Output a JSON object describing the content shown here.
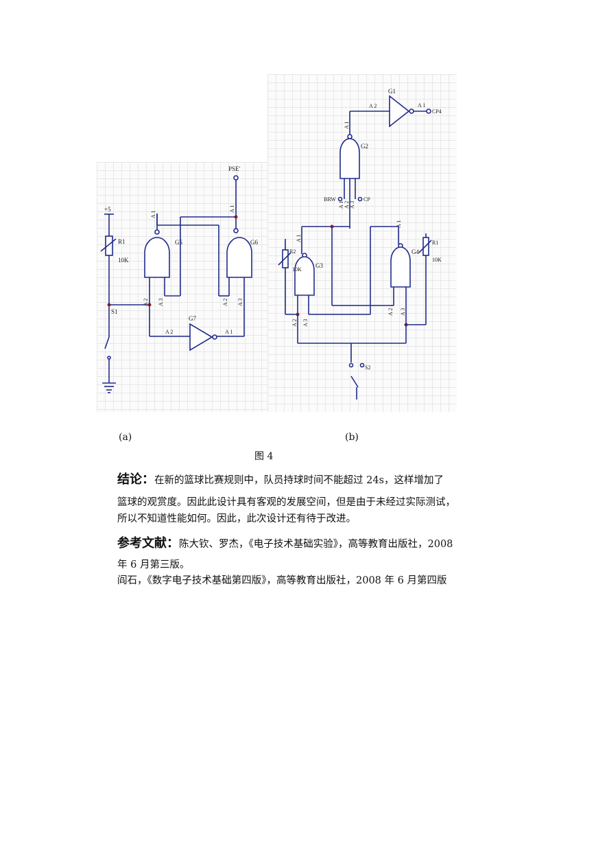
{
  "figure": {
    "caption_a": "(a)",
    "caption_b": "(b)",
    "caption": "图 4"
  },
  "circuit_a": {
    "labels": {
      "pse": "PSE'",
      "plus5": "+5",
      "r1": "R1",
      "r1_value": "10K",
      "s1": "S1",
      "g5": "G5",
      "g6": "G6",
      "g7": "G7",
      "pin_a1": "A 1",
      "pin_a2": "A 2",
      "pin_a3": "A 3"
    }
  },
  "circuit_b": {
    "labels": {
      "g1": "G1",
      "g2": "G2",
      "g3": "G3",
      "g4": "G4",
      "cp4": "CP4",
      "brw": "BRW",
      "cp": "CP",
      "r2": "R2",
      "r2_value": "10K",
      "r1": "R1",
      "r1_value": "10K",
      "s2": "S2",
      "pin_a1": "A 1",
      "pin_a2": "A 2",
      "pin_a3": "A 3"
    }
  },
  "conclusion": {
    "heading": "结论：",
    "line1": "在新的篮球比赛规则中，队员持球时间不能超过 24s，这样增加了",
    "line2": "篮球的观赏度。因此此设计具有客观的发展空间，但是由于未经过实际测试，",
    "line3": "所以不知道性能如何。因此，此次设计还有待于改进。"
  },
  "references": {
    "heading": "参考文献：",
    "ref1_part1": "陈大钦、罗杰，《电子技术基础实验》，高等教育出版社，2008",
    "ref1_part2": "年 6 月第三版。",
    "ref2": "阎石，《数字电子技术基础第四版》，高等教育出版社，2008 年 6 月第四版"
  }
}
